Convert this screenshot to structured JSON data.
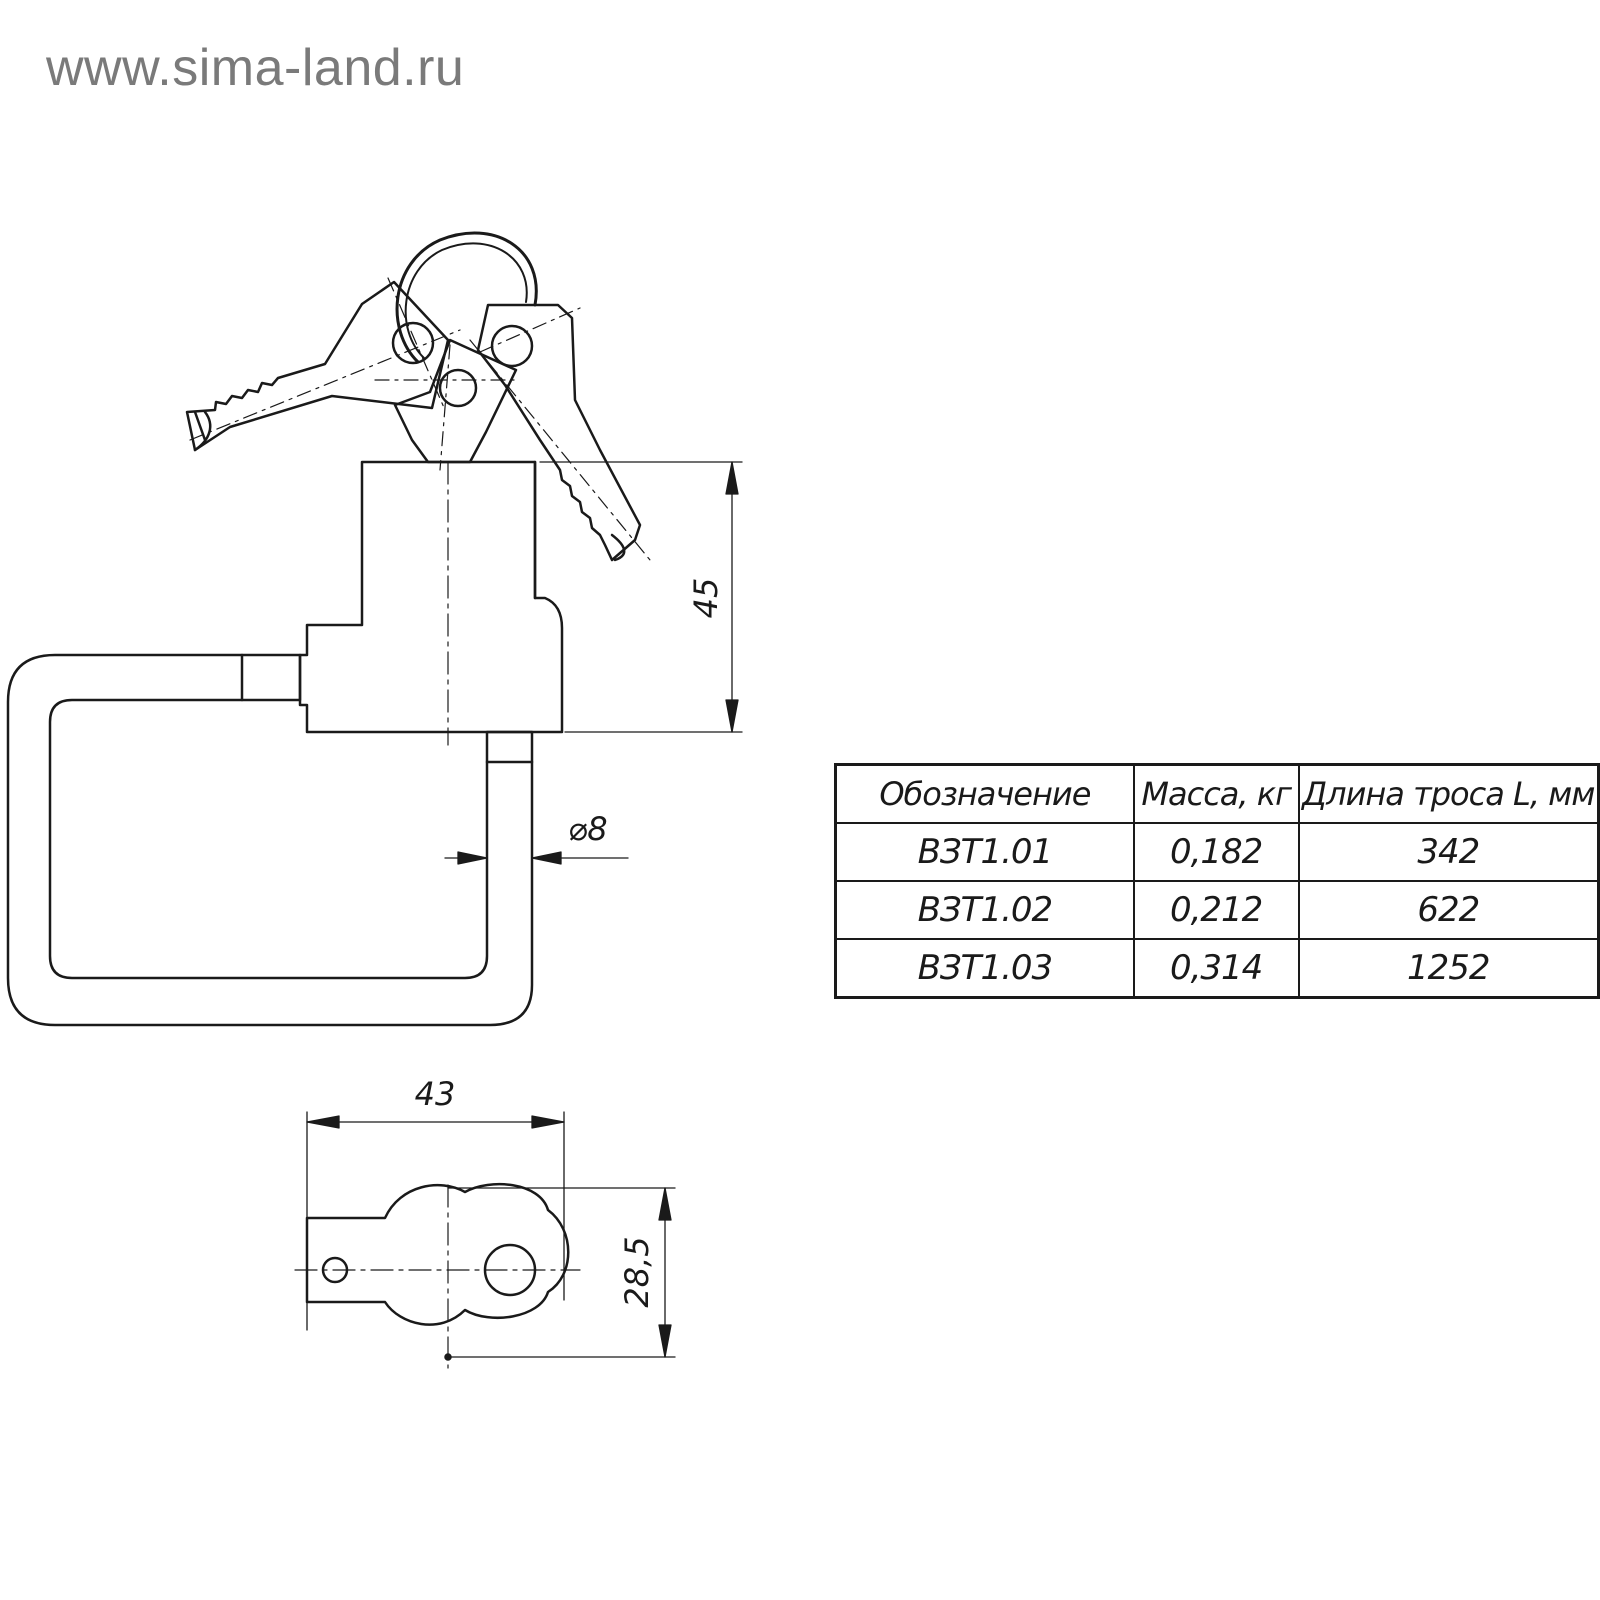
{
  "watermark": "www.sima-land.ru",
  "dimensions": {
    "height_45": "45",
    "diameter_8": "⌀8",
    "width_43": "43",
    "depth_28_5": "28,5"
  },
  "table": {
    "headers": [
      "Обозначение",
      "Масса, кг",
      "Длина троса L, мм"
    ],
    "rows": [
      [
        "ВЗТ1.01",
        "0,182",
        "342"
      ],
      [
        "ВЗТ1.02",
        "0,212",
        "622"
      ],
      [
        "ВЗТ1.03",
        "0,314",
        "1252"
      ]
    ]
  }
}
